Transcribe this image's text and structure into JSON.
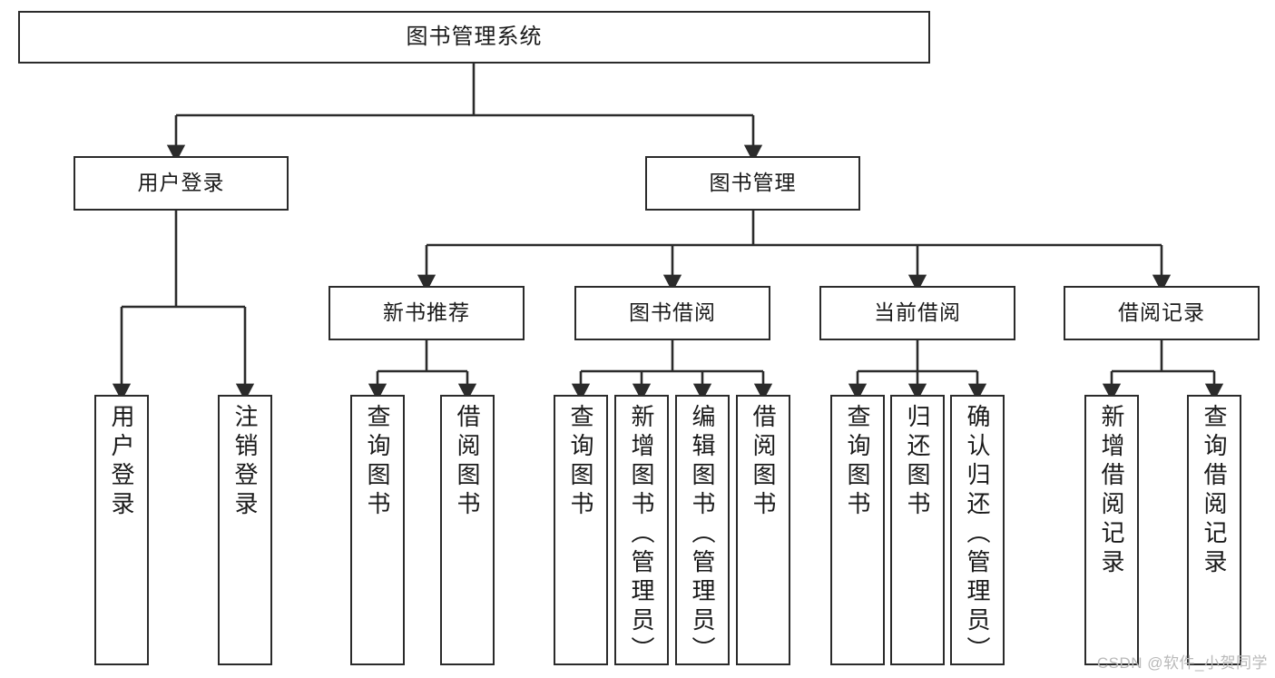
{
  "diagram": {
    "title": "图书管理系统",
    "type": "tree-hierarchy-chart",
    "line_color": "#2b2b2b",
    "box_fill": "#ffffff",
    "text_color": "#1a1a1a"
  },
  "nodes": {
    "root": {
      "label": "图书管理系统"
    },
    "level2": [
      {
        "id": "user-login",
        "label": "用户登录"
      },
      {
        "id": "book-management",
        "label": "图书管理"
      }
    ],
    "level3": [
      {
        "id": "new-book-recommend",
        "label": "新书推荐"
      },
      {
        "id": "book-borrow",
        "label": "图书借阅"
      },
      {
        "id": "current-borrow",
        "label": "当前借阅"
      },
      {
        "id": "borrow-record",
        "label": "借阅记录"
      }
    ],
    "leaves": [
      {
        "id": "leaf-user-login",
        "label": "用户登录",
        "parent": "user-login"
      },
      {
        "id": "leaf-logout",
        "label": "注销登录",
        "parent": "user-login"
      },
      {
        "id": "leaf-query-book-1",
        "label": "查询图书",
        "parent": "new-book-recommend"
      },
      {
        "id": "leaf-borrow-book-1",
        "label": "借阅图书",
        "parent": "new-book-recommend"
      },
      {
        "id": "leaf-query-book-2",
        "label": "查询图书",
        "parent": "book-borrow"
      },
      {
        "id": "leaf-add-book",
        "label": "新增图书（管理员）",
        "parent": "book-borrow"
      },
      {
        "id": "leaf-edit-book",
        "label": "编辑图书（管理员）",
        "parent": "book-borrow"
      },
      {
        "id": "leaf-borrow-book-2",
        "label": "借阅图书",
        "parent": "book-borrow"
      },
      {
        "id": "leaf-query-book-3",
        "label": "查询图书",
        "parent": "current-borrow"
      },
      {
        "id": "leaf-return-book",
        "label": "归还图书",
        "parent": "current-borrow"
      },
      {
        "id": "leaf-confirm-return",
        "label": "确认归还（管理员）",
        "parent": "current-borrow"
      },
      {
        "id": "leaf-add-record",
        "label": "新增借阅记录",
        "parent": "borrow-record"
      },
      {
        "id": "leaf-query-record",
        "label": "查询借阅记录",
        "parent": "borrow-record"
      }
    ]
  },
  "watermark": {
    "text": "CSDN @软件_小贺同学"
  }
}
